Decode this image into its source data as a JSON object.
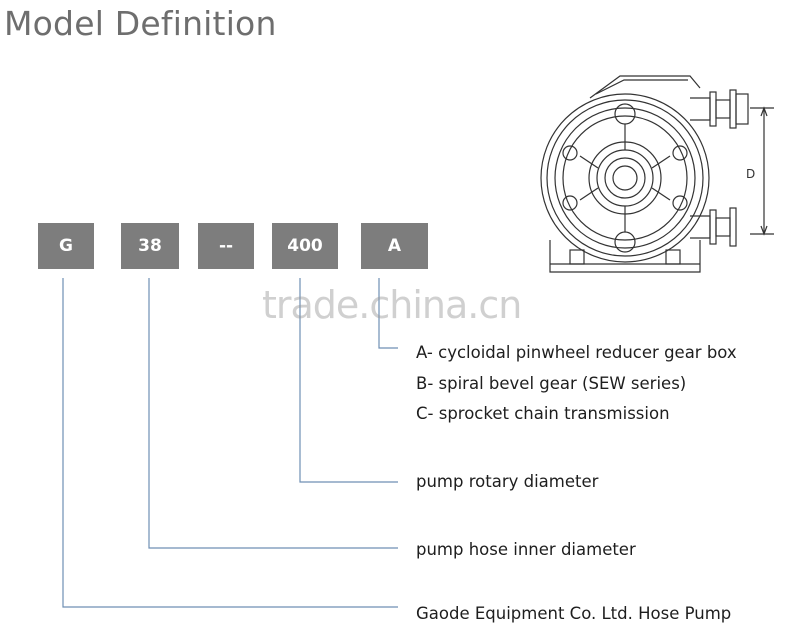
{
  "title": "Model Definition",
  "code_boxes": [
    "G",
    "38",
    "--",
    "400",
    "A"
  ],
  "transmission_options": [
    "A- cycloidal pinwheel reducer gear box",
    "B- spiral bevel gear (SEW series)",
    "C- sprocket chain transmission"
  ],
  "labels": {
    "rotary": "pump rotary diameter",
    "hose": "pump hose inner diameter",
    "company": "Gaode Equipment Co. Ltd. Hose Pump"
  },
  "drawing": {
    "dimension_label": "D"
  },
  "watermark": "trade.china.cn"
}
